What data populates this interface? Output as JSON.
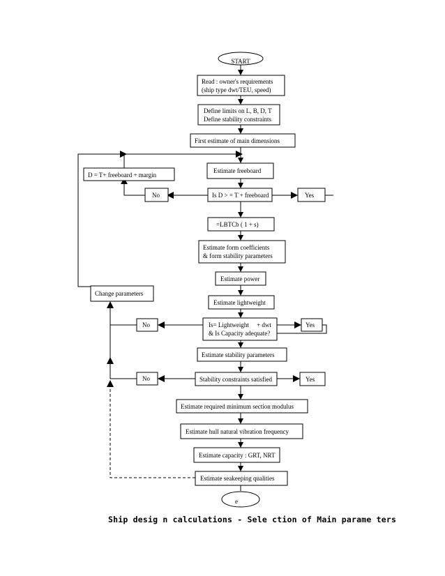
{
  "nodes": {
    "start": "START",
    "read_line1": "Read : owner's requirements",
    "read_line2": "(ship type dwt/TEU, speed)",
    "limits_line1": "Define limits on L, B, D, T",
    "limits_line2": "Define stability constraints",
    "first_estimate": "First estimate of main dimensions",
    "estimate_freeboard": "Estimate freeboard",
    "d_formula": "D = T+ freeboard + margin",
    "is_d": "Is D > = T + freeboard",
    "displacement": "=LBTCb ( 1 + s)",
    "form_line1": "Estimate form coefficients",
    "form_line2": "& form stability parameters",
    "estimate_power": "Estimate power",
    "change_parameters": "Change parameters",
    "estimate_lightweight": "Estimate lightweight",
    "check_line1": "Is= Lightweight     + dwt",
    "check_line2": "& Is Capacity adequate?",
    "estimate_stability": "Estimate stability parameters",
    "stability_satisfied": "Stability constraints satisfied",
    "section_modulus": "Estimate required minimum section modulus",
    "vibration": "Estimate hull natural vibration frequency",
    "capacity": "Estimate capacity : GRT, NRT",
    "seakeeping": "Estimate seakeeping qualities",
    "end": "e",
    "no1": "No",
    "yes1": "Yes",
    "no2": "No",
    "yes2": "Yes",
    "no3": "No",
    "yes3": "Yes"
  },
  "caption": "Ship desig n calculations - Sele ction of Main parame ters"
}
